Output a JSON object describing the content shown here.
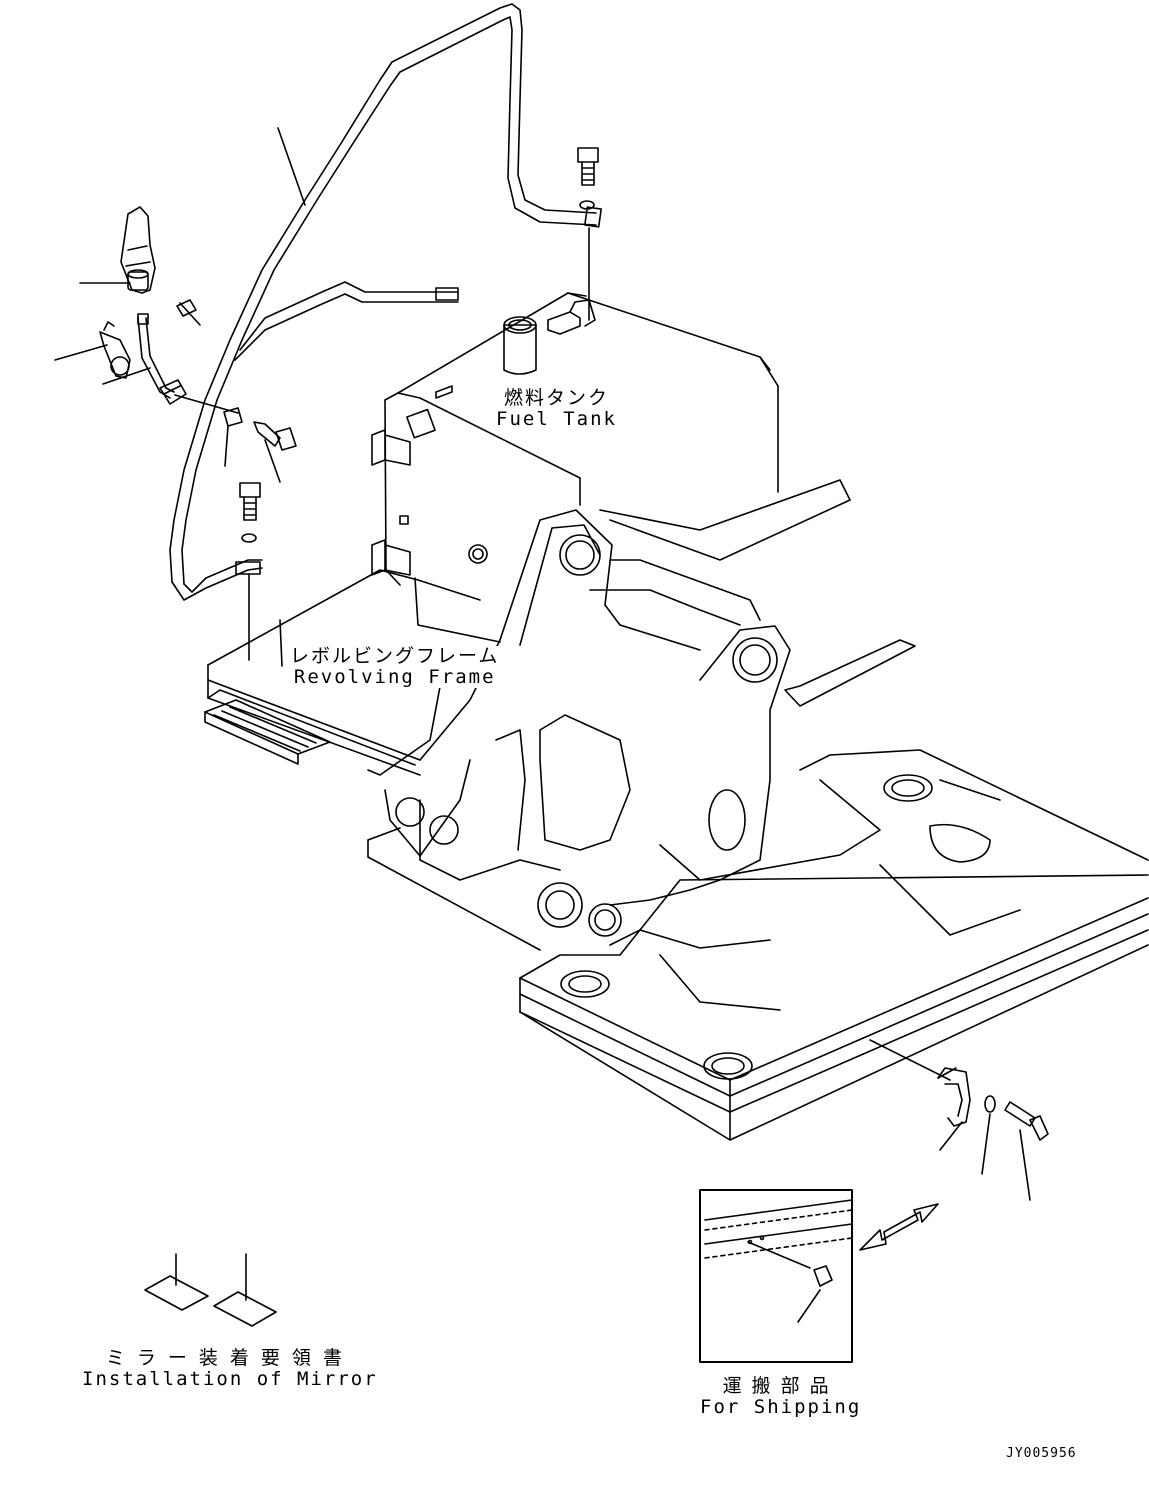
{
  "labels": {
    "fuel_tank": {
      "jp": "燃料タンク",
      "en": "Fuel Tank"
    },
    "revolving_frame": {
      "jp": "レボルビングフレーム",
      "en": "Revolving Frame"
    },
    "mirror": {
      "jp": "ミラー装着要領書",
      "en": "Installation of Mirror"
    },
    "shipping": {
      "jp": "運搬部品",
      "en": "For Shipping"
    }
  },
  "drawing_code": "JY005956"
}
